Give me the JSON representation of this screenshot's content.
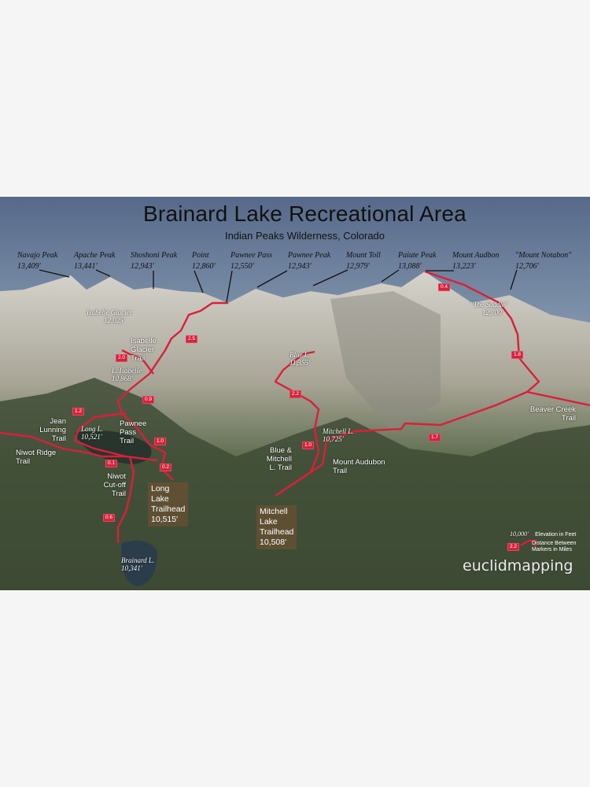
{
  "title": "Brainard Lake Recreational Area",
  "subtitle": "Indian Peaks Wilderness, Colorado",
  "peaks": [
    {
      "name": "Navajo Peak",
      "elev": "13,409'"
    },
    {
      "name": "Apache Peak",
      "elev": "13,441'"
    },
    {
      "name": "Shoshoni Peak",
      "elev": "12,943'"
    },
    {
      "name": "Point",
      "elev": "12,860'"
    },
    {
      "name": "Pawnee Pass",
      "elev": "12,550'"
    },
    {
      "name": "Pawnee Peak",
      "elev": "12,943'"
    },
    {
      "name": "Mount Toll",
      "elev": "12,979'"
    },
    {
      "name": "Paiute Peak",
      "elev": "13,088'"
    },
    {
      "name": "Mount Audbon",
      "elev": "13,223'"
    },
    {
      "name": "\"Mount Notabon\"",
      "elev": "12,706'"
    }
  ],
  "lakes": [
    {
      "name": "Isabelle Glacier",
      "elev": "12,025'"
    },
    {
      "name": "L. Isabelle",
      "elev": "10,868'"
    },
    {
      "name": "Long L.",
      "elev": "10,521'"
    },
    {
      "name": "Blue L.",
      "elev": "11,355'"
    },
    {
      "name": "Mitchell L.",
      "elev": "10,725'"
    },
    {
      "name": "Brainard L.",
      "elev": "10,341'"
    },
    {
      "name": "\"The Saddle\"",
      "elev": "12,700'"
    }
  ],
  "trails": {
    "isabelle": [
      "Isabelle",
      "Glacier",
      "Trail"
    ],
    "jean": [
      "Jean",
      "Lunning",
      "Trail"
    ],
    "pawnee": [
      "Pawnee",
      "Pass",
      "Trail"
    ],
    "niwot_ridge": [
      "Niwot Ridge",
      "Trail"
    ],
    "niwot_cutoff": [
      "Niwot",
      "Cut-off",
      "Trail"
    ],
    "blue_mitchell": [
      "Blue &",
      "Mitchell",
      "L. Trail"
    ],
    "audubon": [
      "Mount Audubon",
      "Trail"
    ],
    "beaver": [
      "Beaver Creek",
      "Trail"
    ]
  },
  "trailheads": {
    "long_lake": [
      "Long",
      "Lake",
      "Trailhead",
      "10,515'"
    ],
    "mitchell": [
      "Mitchell",
      "Lake",
      "Trailhead",
      "10,508'"
    ]
  },
  "markers": [
    "0.4",
    "1.8",
    "2.5",
    "2.0",
    "0.9",
    "1.2",
    "1.0",
    "0.2",
    "0.1",
    "0.6",
    "2.2",
    "1.0",
    "1.7"
  ],
  "legend": {
    "elev_sample": "10,000'",
    "elev_label": "Elevation in Feet",
    "marker_sample": "2.2",
    "marker_label": [
      "Distance Between",
      "Markers in Miles"
    ]
  },
  "watermark": "euclidmapping",
  "colors": {
    "trail": "#d8203a",
    "sky": "#5f7593",
    "forest": "#3c4a35"
  }
}
